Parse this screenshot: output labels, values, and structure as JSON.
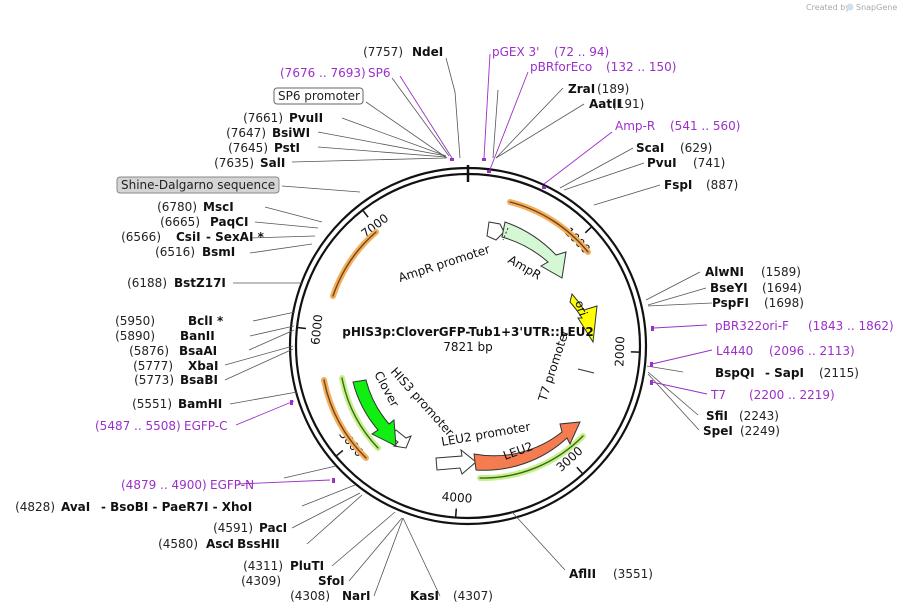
{
  "credit": {
    "text": "Created by",
    "brand": "SnapGene"
  },
  "map": {
    "name": "pHIS3p:CloverGFP-Tub1+3'UTR::LEU2",
    "length_label": "7821 bp",
    "length": 7821,
    "ticks": [
      "1000",
      "2000",
      "3000",
      "4000",
      "5000",
      "6000",
      "7000"
    ]
  },
  "features": {
    "ampr_promoter": "AmpR promoter",
    "ampr": "AmpR",
    "ori": "ori",
    "t7_promoter": "T7 promoter",
    "leu2_promoter": "LEU2 promoter",
    "leu2": "LEU2",
    "his3_promoter": "HIS3 promoter",
    "clover": "Clover",
    "sp6_box": "SP6 promoter",
    "shine_box": "Shine-Dalgarno sequence"
  },
  "sites_left": [
    {
      "pos": "(7757)",
      "name": "NdeI"
    },
    {
      "pos": "(7661)",
      "name": "PvuII"
    },
    {
      "pos": "(7647)",
      "name": "BsiWI"
    },
    {
      "pos": "(7645)",
      "name": "PstI"
    },
    {
      "pos": "(7635)",
      "name": "SalI"
    },
    {
      "pos": "(6780)",
      "name": "MscI"
    },
    {
      "pos": "(6665)",
      "name": "PaqCI"
    },
    {
      "pos": "(6566)",
      "name": "CsiI",
      "extra": "- SexAI *"
    },
    {
      "pos": "(6516)",
      "name": "BsmI"
    },
    {
      "pos": "(6188)",
      "name": "BstZ17I"
    },
    {
      "pos": "(5950)",
      "name": "BclI *"
    },
    {
      "pos": "(5890)",
      "name": "BanII"
    },
    {
      "pos": "(5876)",
      "name": "BsaAI"
    },
    {
      "pos": "(5777)",
      "name": "XbaI"
    },
    {
      "pos": "(5773)",
      "name": "BsaBI"
    },
    {
      "pos": "(5551)",
      "name": "BamHI"
    },
    {
      "pos": "(4828)",
      "name": "AvaI",
      "extra": "- BsoBI - PaeR7I - XhoI"
    },
    {
      "pos": "(4591)",
      "name": "PacI"
    },
    {
      "pos": "(4580)",
      "name": "AscI",
      "extra": "- BssHII"
    },
    {
      "pos": "(4311)",
      "name": "PluTI"
    },
    {
      "pos": "(4309)",
      "name": "SfoI"
    },
    {
      "pos": "(4308)",
      "name": "NarI"
    }
  ],
  "sites_right": [
    {
      "name": "ZraI",
      "pos": "(189)"
    },
    {
      "name": "AatII",
      "pos": "(191)"
    },
    {
      "name": "ScaI",
      "pos": "(629)"
    },
    {
      "name": "PvuI",
      "pos": "(741)"
    },
    {
      "name": "FspI",
      "pos": "(887)"
    },
    {
      "name": "AlwNI",
      "pos": "(1589)"
    },
    {
      "name": "BseYI",
      "pos": "(1694)"
    },
    {
      "name": "PspFI",
      "pos": "(1698)"
    },
    {
      "name": "BspQI",
      "extra": "- SapI",
      "pos": "(2115)"
    },
    {
      "name": "SfiI",
      "pos": "(2243)"
    },
    {
      "name": "SpeI",
      "pos": "(2249)"
    },
    {
      "name": "KasI",
      "pos": "(4307)"
    },
    {
      "name": "AflII",
      "pos": "(3551)"
    }
  ],
  "primers": [
    {
      "name": "SP6",
      "range": "(7676 .. 7693)"
    },
    {
      "name": "pGEX 3'",
      "range": "(72 .. 94)"
    },
    {
      "name": "pBRforEco",
      "range": "(132 .. 150)"
    },
    {
      "name": "Amp-R",
      "range": "(541 .. 560)"
    },
    {
      "name": "pBR322ori-F",
      "range": "(1843 .. 1862)"
    },
    {
      "name": "L4440",
      "range": "(2096 .. 2113)"
    },
    {
      "name": "T7",
      "range": "(2200 .. 2219)"
    },
    {
      "name": "EGFP-C",
      "range": "(5487 .. 5508)"
    },
    {
      "name": "EGFP-N",
      "range": "(4879 .. 4900)"
    }
  ],
  "colors": {
    "ampr": "#d4f7d4",
    "ori": "#ffff00",
    "leu2": "#f47c50",
    "clover": "#11ee11",
    "primer": "#9b30c8",
    "orange_band": "#f0b060",
    "green_band": "#66aa22"
  }
}
